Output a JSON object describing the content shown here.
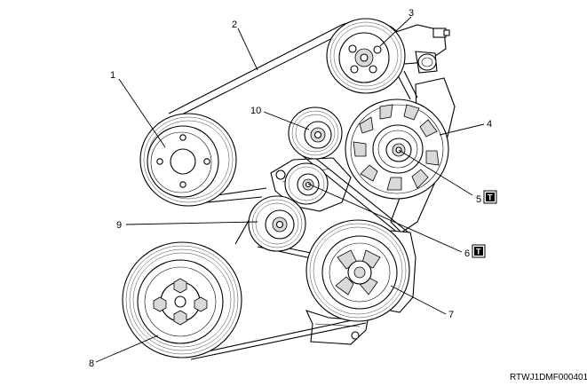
{
  "figure": {
    "code": "RTWJ1DMF000401",
    "torque_badge": "T"
  },
  "callouts": [
    {
      "id": "1",
      "label": "1"
    },
    {
      "id": "2",
      "label": "2"
    },
    {
      "id": "3",
      "label": "3"
    },
    {
      "id": "4",
      "label": "4"
    },
    {
      "id": "5",
      "label": "5"
    },
    {
      "id": "6",
      "label": "6"
    },
    {
      "id": "7",
      "label": "7"
    },
    {
      "id": "8",
      "label": "8"
    },
    {
      "id": "9",
      "label": "9"
    },
    {
      "id": "10",
      "label": "10"
    }
  ]
}
